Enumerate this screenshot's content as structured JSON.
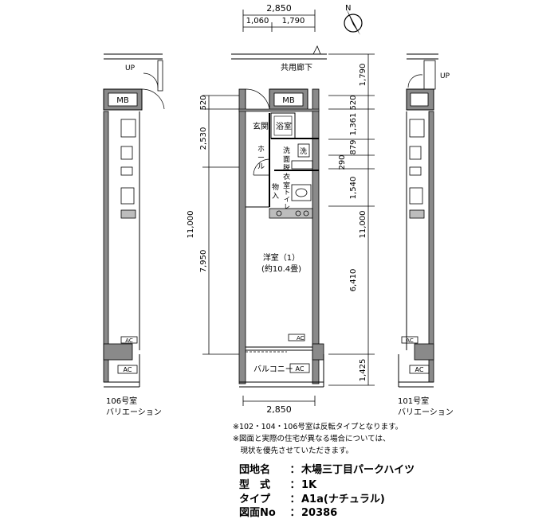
{
  "dims": {
    "top_total": "2,850",
    "top_left": "1,060",
    "top_right": "1,790",
    "bottom_width": "2,850",
    "left_520": "520",
    "left_2530": "2,530",
    "left_11000": "11,000",
    "left_7950": "7,950",
    "right_1790": "1,790",
    "right_520": "520",
    "right_1361": "1,361",
    "right_879": "879",
    "right_290": "290",
    "right_1540": "1,540",
    "right_11000": "11,000",
    "right_6410": "6,410",
    "right_1425": "1,425"
  },
  "labels": {
    "compass": "N",
    "corridor": "共用廊下",
    "up_left": "UP",
    "up_right": "UP",
    "mb_left": "MB",
    "mb_center": "MB",
    "entrance": "玄関",
    "bath": "浴室",
    "hall_1": "ホ",
    "hall_2": "ー",
    "hall_3": "ル",
    "wash_1": "洗",
    "wash_2": "面",
    "wash_3": "脱",
    "wash_4": "衣",
    "wash_5": "室",
    "washer": "洗",
    "storage_1": "物",
    "storage_2": "入",
    "toilet_1": "ト",
    "toilet_2": "イ",
    "toilet_3": "レ",
    "room_name": "洋室（1）",
    "room_size": "(約10.4畳)",
    "balcony": "バルコニー",
    "ac_top": "AC",
    "ac_bottom": "AC",
    "ac_left_top": "AC",
    "ac_left_bottom": "AC",
    "ac_right_top": "AC",
    "ac_right_bottom": "AC",
    "left_caption_1": "106号室",
    "left_caption_2": "バリエーション",
    "right_caption_1": "101号室",
    "right_caption_2": "バリエーション"
  },
  "notes": {
    "line1": "※102・104・106号室は反転タイプとなります。",
    "line2": "※図面と実際の住宅が異なる場合については、",
    "line3": "　現状を優先させていただきます。"
  },
  "info": {
    "name_key": "団地名",
    "name_val": "木場三丁目パークハイツ",
    "type_key": "型　式",
    "type_val": "1K",
    "style_key": "タイプ",
    "style_val": "A1a(ナチュラル)",
    "no_key": "図面No",
    "no_val": "20386",
    "colon": "："
  }
}
